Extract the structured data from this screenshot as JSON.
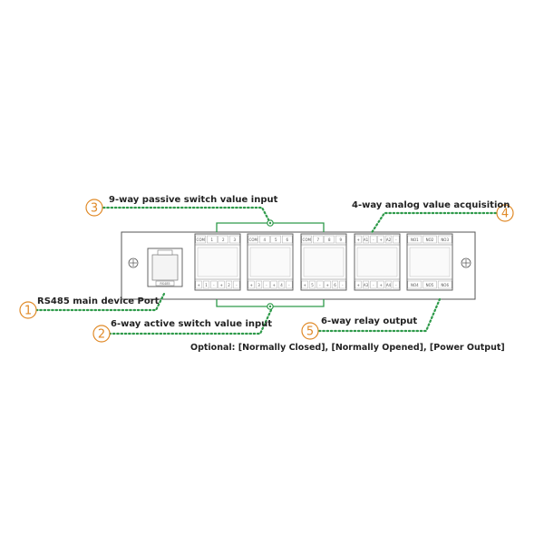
{
  "callouts": [
    {
      "number": "1",
      "label": "RS485 main device Port"
    },
    {
      "number": "2",
      "label": "6-way active switch value input"
    },
    {
      "number": "3",
      "label": "9-way passive switch value input"
    },
    {
      "number": "4",
      "label": "4-way analog value acquisition"
    },
    {
      "number": "5",
      "label": "6-way relay output"
    }
  ],
  "optional_note": "Optional: [Normally Closed], [Normally Opened], [Power Output]",
  "rj45_label": "RS485",
  "blocks": [
    {
      "top_pins": [
        "COM",
        "1",
        "2",
        "3"
      ],
      "bottom_pins": [
        "+",
        "1",
        "-",
        "+",
        "2",
        "-"
      ]
    },
    {
      "top_pins": [
        "COM",
        "4",
        "5",
        "6"
      ],
      "bottom_pins": [
        "+",
        "3",
        "-",
        "+",
        "4",
        "-"
      ]
    },
    {
      "top_pins": [
        "COM",
        "7",
        "8",
        "9"
      ],
      "bottom_pins": [
        "+",
        "5",
        "-",
        "+",
        "6",
        "-"
      ]
    },
    {
      "top_pins": [
        "+",
        "A1",
        "-",
        "+",
        "A2",
        "-"
      ],
      "bottom_pins": [
        "+",
        "A3",
        "-",
        "+",
        "A4",
        "-"
      ]
    },
    {
      "top_pins": [
        "NO1",
        "NO2",
        "NO3"
      ],
      "bottom_pins": [
        "NO4",
        "NO5",
        "NO6"
      ]
    }
  ],
  "colors": {
    "connector": "#2e9a4a",
    "callout": "#e08a28",
    "outline": "#555555"
  }
}
